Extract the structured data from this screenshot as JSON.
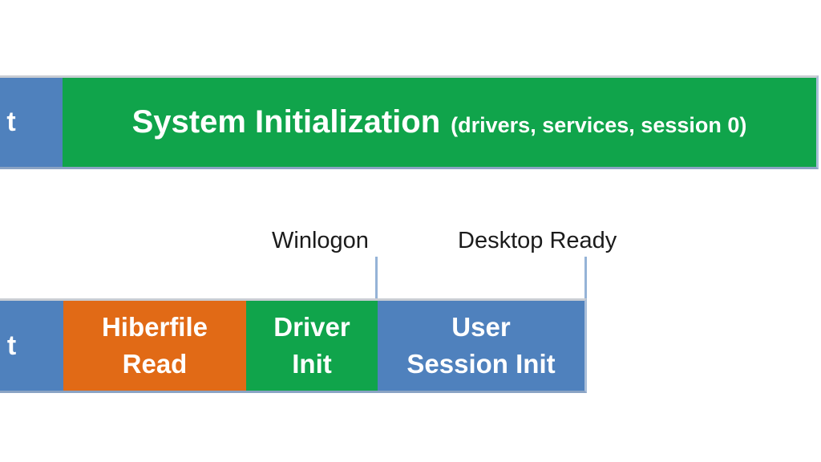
{
  "diagram": {
    "title_bar": {
      "truncated_label": "t",
      "main_label": "System Initialization",
      "sub_label": "(drivers, services, session 0)"
    },
    "milestones": {
      "winlogon": "Winlogon",
      "desktop_ready": "Desktop Ready"
    },
    "resume_row": {
      "truncated_label": "t",
      "hiberfile": {
        "line1": "Hiberfile",
        "line2": "Read"
      },
      "driver": {
        "line1": "Driver",
        "line2": "Init"
      },
      "user_session": {
        "line1": "User",
        "line2": "Session Init"
      }
    },
    "colors": {
      "blue": "#4f81bd",
      "green": "#10a44b",
      "orange": "#e16a16",
      "tick_line": "#95b3d7",
      "bar_border_top": "#c9cdd3",
      "bar_border_bottom": "#8aa3c4",
      "milestone_text": "#1b1b1b",
      "bar_text": "#ffffff",
      "background": "#ffffff"
    }
  }
}
